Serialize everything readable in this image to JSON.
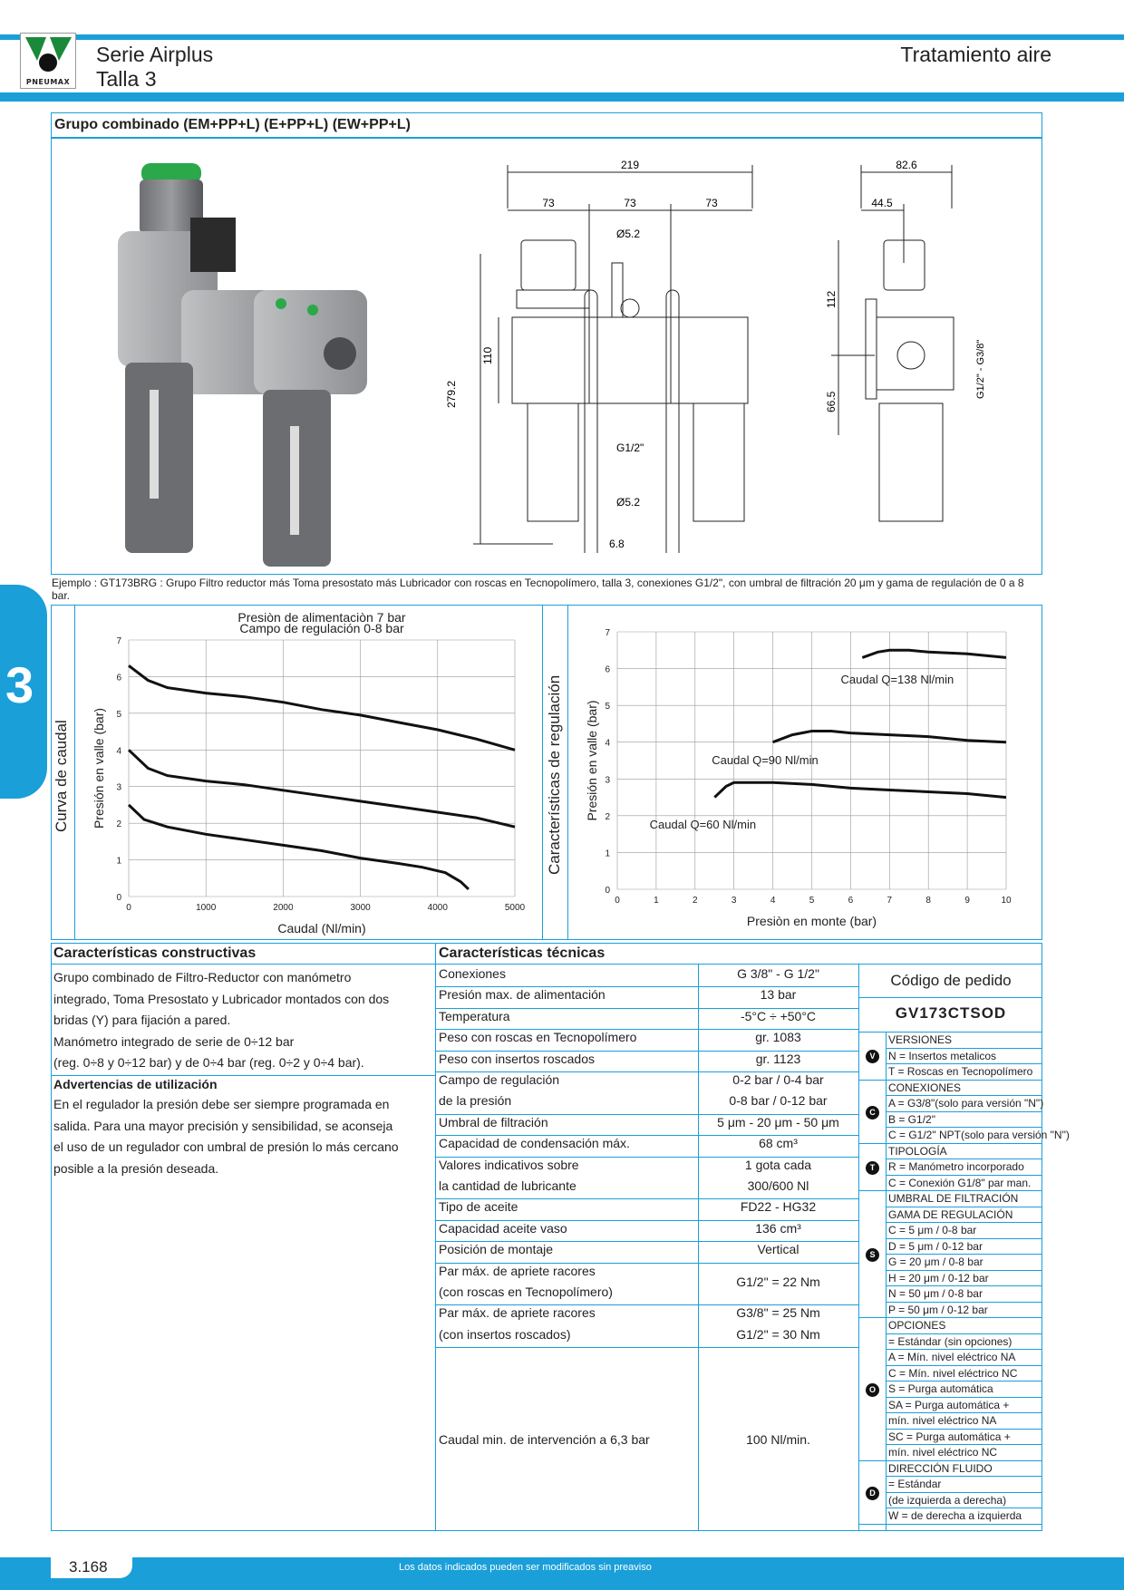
{
  "header": {
    "brand": "PNEUMAX",
    "series": "Serie Airplus",
    "size": "Talla 3",
    "category": "Tratamiento aire"
  },
  "colors": {
    "accent": "#1a9fd9"
  },
  "section_tab": "3",
  "title": "Grupo combinado (EM+PP+L) (E+PP+L) (EW+PP+L)",
  "drawing": {
    "dims": [
      "219",
      "73",
      "73",
      "73",
      "Ø5.2",
      "110",
      "279.2",
      "G1/2\"",
      "Ø5.2",
      "6.8",
      "82.6",
      "44.5",
      "112",
      "66.5",
      "G1/2\" - G3/8\""
    ]
  },
  "example": "Ejemplo : GT173BRG : Grupo Filtro reductor más Toma presostato más Lubricador con roscas en Tecnopolímero, talla 3, conexiones G1/2\", con umbral de filtración 20 μm y gama de regulación de 0 a 8 bar.",
  "side_labels": {
    "left": "Curva de caudal",
    "right": "Características de regulación"
  },
  "chart_data": [
    {
      "type": "line",
      "title": "Presiòn de alimentaciòn 7 bar",
      "subtitle": "Campo de regulación 0-8 bar",
      "xlabel": "Caudal (Nl/min)",
      "ylabel": "Presión en valle (bar)",
      "xlim": [
        0,
        5000
      ],
      "ylim": [
        0,
        7
      ],
      "xticks": [
        0,
        1000,
        2000,
        3000,
        4000,
        5000
      ],
      "yticks": [
        0,
        1,
        2,
        3,
        4,
        5,
        6,
        7
      ],
      "grid": true,
      "series": [
        {
          "x": [
            0,
            250,
            500,
            1000,
            1500,
            2000,
            2500,
            3000,
            3500,
            4000,
            4500,
            5000
          ],
          "y": [
            6.3,
            5.9,
            5.7,
            5.55,
            5.45,
            5.3,
            5.1,
            4.95,
            4.75,
            4.55,
            4.3,
            4.0
          ]
        },
        {
          "x": [
            0,
            250,
            500,
            1000,
            1500,
            2000,
            2500,
            3000,
            3500,
            4000,
            4500,
            5000
          ],
          "y": [
            4.0,
            3.5,
            3.3,
            3.15,
            3.05,
            2.9,
            2.75,
            2.6,
            2.45,
            2.3,
            2.15,
            1.9
          ]
        },
        {
          "x": [
            0,
            200,
            500,
            1000,
            1500,
            2000,
            2500,
            3000,
            3500,
            3800,
            4100,
            4300,
            4400
          ],
          "y": [
            2.5,
            2.1,
            1.9,
            1.7,
            1.55,
            1.4,
            1.25,
            1.05,
            0.9,
            0.8,
            0.65,
            0.4,
            0.2
          ]
        }
      ]
    },
    {
      "type": "line",
      "xlabel": "Presiòn en monte (bar)",
      "ylabel": "Presión en valle (bar)",
      "xlim": [
        0,
        10
      ],
      "ylim": [
        0,
        7
      ],
      "xticks": [
        0,
        1,
        2,
        3,
        4,
        5,
        6,
        7,
        8,
        9,
        10
      ],
      "yticks": [
        0,
        1,
        2,
        3,
        4,
        5,
        6,
        7
      ],
      "grid": true,
      "annotations": [
        "Caudal Q=138 Nl/min",
        "Caudal Q=90 Nl/min",
        "Caudal Q=60 Nl/min"
      ],
      "series": [
        {
          "x": [
            6.3,
            6.7,
            7.0,
            7.5,
            8.0,
            9.0,
            10.0
          ],
          "y": [
            6.3,
            6.45,
            6.5,
            6.5,
            6.45,
            6.4,
            6.3
          ]
        },
        {
          "x": [
            4.0,
            4.5,
            5.0,
            5.5,
            6.0,
            7.0,
            8.0,
            9.0,
            10.0
          ],
          "y": [
            4.0,
            4.2,
            4.3,
            4.3,
            4.25,
            4.2,
            4.15,
            4.05,
            4.0
          ]
        },
        {
          "x": [
            2.5,
            2.8,
            3.0,
            3.5,
            4.0,
            5.0,
            6.0,
            7.0,
            8.0,
            9.0,
            10.0
          ],
          "y": [
            2.5,
            2.8,
            2.9,
            2.9,
            2.9,
            2.85,
            2.75,
            2.7,
            2.65,
            2.6,
            2.5
          ]
        }
      ]
    }
  ],
  "constructive": {
    "title": "Características constructivas",
    "lines": [
      "Grupo combinado de Filtro-Reductor con manómetro",
      "integrado, Toma Presostato y Lubricador montados con dos",
      "bridas (Y) para fijación a pared.",
      "Manómetro integrado de serie de 0÷12 bar",
      "(reg. 0÷8 y 0÷12 bar) y de 0÷4 bar (reg. 0÷2 y 0÷4 bar)."
    ]
  },
  "warnings": {
    "title": "Advertencias de utilización",
    "lines": [
      "En el regulador la presión debe ser siempre programada en",
      "salida. Para una mayor precisión y sensibilidad, se aconseja",
      "el uso de un regulador con umbral de presión lo más cercano",
      "posible a la presión deseada."
    ]
  },
  "technical": {
    "title": "Características técnicas",
    "rows": [
      {
        "label": "Conexiones",
        "value": "G 3/8\" - G 1/2\""
      },
      {
        "label": "Presión max. de alimentación",
        "value": "13 bar"
      },
      {
        "label": "Temperatura",
        "value": "-5°C ÷ +50°C"
      },
      {
        "label": "Peso con roscas en Tecnopolímero",
        "value": "gr. 1083"
      },
      {
        "label": "Peso con insertos roscados",
        "value": "gr. 1123"
      },
      {
        "label": "Campo de regulación",
        "value": "0-2 bar / 0-4 bar"
      },
      {
        "label": "de la presión",
        "value": "0-8 bar / 0-12 bar"
      },
      {
        "label": "Umbral de filtración",
        "value": "5 μm - 20 μm - 50 μm"
      },
      {
        "label": "Capacidad de condensación máx.",
        "value": "68 cm³"
      },
      {
        "label": "Valores indicativos sobre",
        "value": "1 gota cada"
      },
      {
        "label": "la cantidad de lubricante",
        "value": "300/600 Nl"
      },
      {
        "label": "Tipo de aceite",
        "value": "FD22 - HG32"
      },
      {
        "label": "Capacidad aceite vaso",
        "value": "136 cm³"
      },
      {
        "label": "Posición de montaje",
        "value": "Vertical"
      },
      {
        "label": "Par máx. de apriete racores",
        "value": ""
      },
      {
        "label": "(con roscas en Tecnopolímero)",
        "value": "G1/2\" = 22 Nm"
      },
      {
        "label": "Par máx. de apriete racores",
        "value": "G3/8\" = 25 Nm"
      },
      {
        "label": "(con insertos roscados)",
        "value": "G1/2\" = 30 Nm"
      },
      {
        "label": "Caudal min. de intervención a 6,3 bar",
        "value": "100 Nl/min."
      }
    ]
  },
  "order_code": {
    "title": "Código de pedido",
    "code": "GV173CTSOD",
    "groups": [
      {
        "letter": "V",
        "lines": [
          "VERSIONES",
          "N = Insertos metalicos",
          "T = Roscas en Tecnopolímero"
        ]
      },
      {
        "letter": "C",
        "lines": [
          "CONEXIONES",
          "A = G3/8\"(solo para versión \"N\")",
          "B = G1/2\"",
          "C = G1/2\" NPT(solo para versión \"N\")"
        ]
      },
      {
        "letter": "T",
        "lines": [
          "TIPOLOGÍA",
          "R = Manómetro incorporado",
          "C = Conexión G1/8\" par man."
        ]
      },
      {
        "letter": "S",
        "lines": [
          "UMBRAL DE FILTRACIÓN",
          "GAMA DE REGULACIÓN",
          "C = 5 μm / 0-8 bar",
          "D = 5 μm / 0-12 bar",
          "G = 20 μm / 0-8 bar",
          "H = 20 μm / 0-12 bar",
          "N = 50 μm / 0-8 bar",
          "P = 50 μm / 0-12 bar"
        ]
      },
      {
        "letter": "O",
        "lines": [
          "OPCIONES",
          "  =   Estándar (sin opciones)",
          "A =   Mín. nivel eléctrico NA",
          "C =   Mín. nivel eléctrico NC",
          "S =   Purga automática",
          "SA = Purga automática +",
          "        mín. nivel eléctrico NA",
          "SC = Purga automática +",
          "        mín. nivel eléctrico NC"
        ]
      },
      {
        "letter": "D",
        "lines": [
          "DIRECCIÓN FLUIDO",
          "   = Estándar",
          "      (de izquierda a derecha)",
          "W = de derecha a izquierda"
        ]
      }
    ]
  },
  "footer": {
    "page": "3.168",
    "note": "Los datos indicados pueden ser modificados sin preaviso"
  }
}
